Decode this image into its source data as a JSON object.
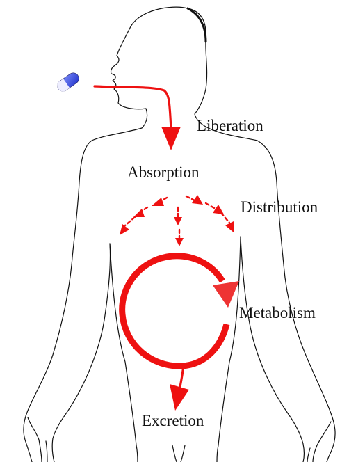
{
  "stages": {
    "liberation": "Liberation",
    "absorption": "Absorption",
    "distribution": "Distribution",
    "metabolism": "Metabolism",
    "excretion": "Excretion"
  },
  "colors": {
    "arrow": "#ee1111",
    "outline": "#111111",
    "capsule_blue": "#3344dd",
    "capsule_white": "#e8e8f0",
    "label": "#111111"
  }
}
